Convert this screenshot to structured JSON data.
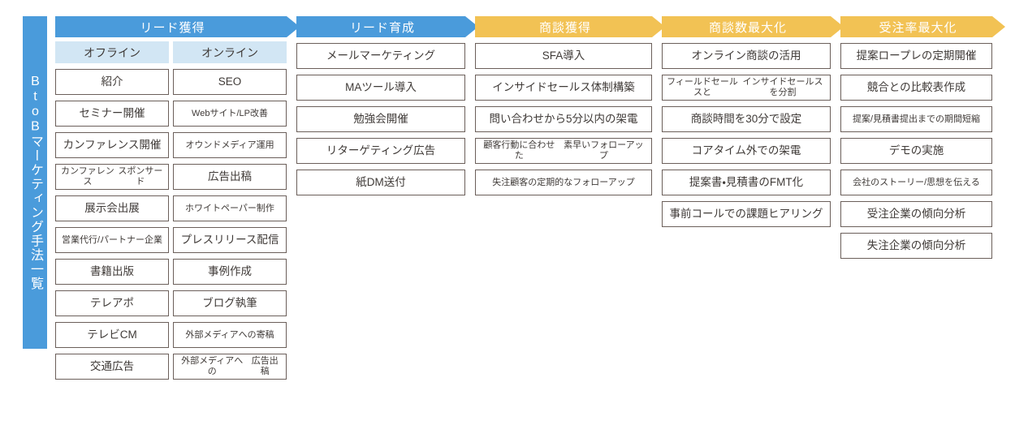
{
  "title": "BtoBマーケティング手法一覧",
  "colors": {
    "blue": "#4a9bdb",
    "orange": "#f2c254",
    "light_blue": "#d2e6f4",
    "box_border": "#6b5f5a",
    "text": "#3f3a37"
  },
  "sidebar": {
    "label": "BtoBマーケティング手法一覧"
  },
  "stages": [
    {
      "id": "lead-acquisition",
      "header": "リード獲得",
      "color": "blue",
      "subheaders": [
        "オフライン",
        "オンライン"
      ],
      "sub_columns": [
        {
          "name": "オフライン",
          "items": [
            "紹介",
            "セミナー開催",
            "カンファレンス開催",
            "カンファレンス\nスポンサード",
            "展示会出展",
            "営業代行/\nパートナー企業",
            "書籍出版",
            "テレアポ",
            "テレビCM",
            "交通広告"
          ]
        },
        {
          "name": "オンライン",
          "items": [
            "SEO",
            "Webサイト/LP改善",
            "オウンドメディア運用",
            "広告出稿",
            "ホワイトペーパー制作",
            "プレスリリース配信",
            "事例作成",
            "ブログ執筆",
            "外部メディアへの寄稿",
            "外部メディアへの\n広告出稿"
          ]
        }
      ]
    },
    {
      "id": "lead-nurturing",
      "header": "リード育成",
      "color": "blue",
      "subheaders": [],
      "sub_columns": [
        {
          "name": "リード育成",
          "items": [
            "メールマーケティング",
            "MAツール導入",
            "勉強会開催",
            "リターゲティング広告",
            "紙DM送付"
          ]
        }
      ]
    },
    {
      "id": "meeting-acquisition",
      "header": "商談獲得",
      "color": "orange",
      "subheaders": [],
      "sub_columns": [
        {
          "name": "商談獲得",
          "items": [
            "SFA導入",
            "インサイドセールス体制構築",
            "問い合わせから5分以内の架電",
            "顧客行動に合わせた\n素早いフォローアップ",
            "失注顧客の定期的なフォローアップ"
          ]
        }
      ]
    },
    {
      "id": "meeting-maximization",
      "header": "商談数最大化",
      "color": "orange",
      "subheaders": [],
      "sub_columns": [
        {
          "name": "商談数最大化",
          "items": [
            "オンライン商談の活用",
            "フィールドセールスと\nインサイドセールスを分割",
            "商談時間を30分で設定",
            "コアタイム外での架電",
            "提案書・見積書のFMT化",
            "事前コールでの課題ヒアリング"
          ]
        }
      ]
    },
    {
      "id": "win-rate-maximization",
      "header": "受注率最大化",
      "color": "orange",
      "subheaders": [],
      "sub_columns": [
        {
          "name": "受注率最大化",
          "items": [
            "提案ロープレの定期開催",
            "競合との比較表作成",
            "提案/見積書提出までの期間短縮",
            "デモの実施",
            "会社のストーリー/思想を伝える",
            "受注企業の傾向分析",
            "失注企業の傾向分析"
          ]
        }
      ]
    }
  ]
}
